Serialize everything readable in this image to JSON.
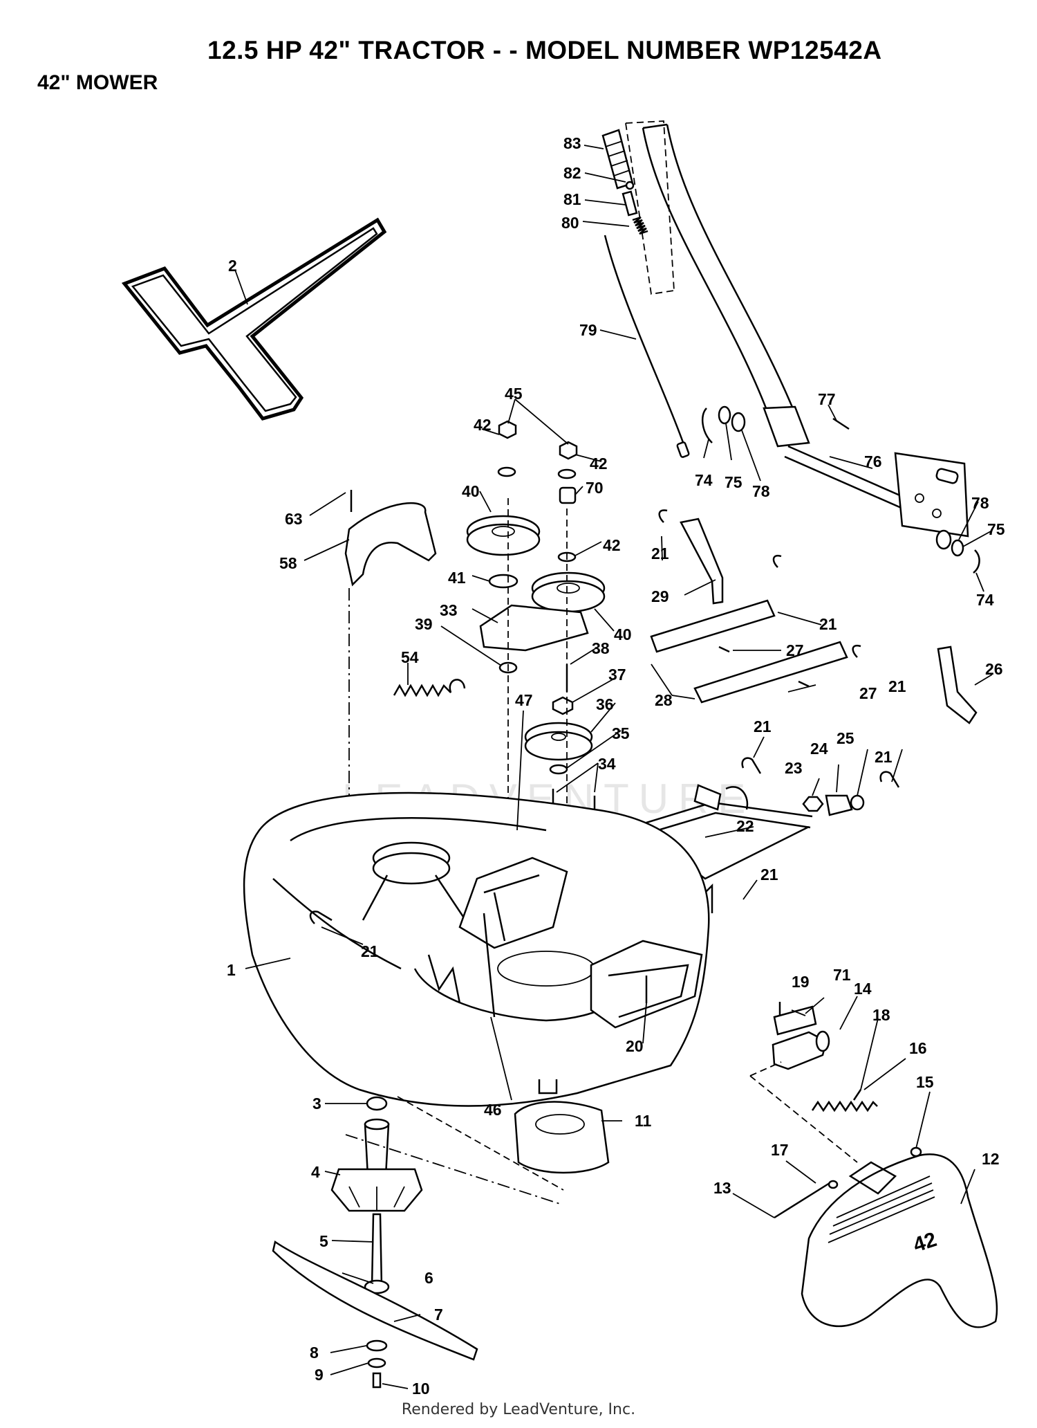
{
  "header": {
    "title": "12.5 HP 42\" TRACTOR - - MODEL NUMBER WP12542A",
    "subtitle": "42\" MOWER"
  },
  "watermark": "LEADVENTURE",
  "footer": "Rendered by LeadVenture, Inc.",
  "callouts": [
    "83",
    "82",
    "81",
    "80",
    "79",
    "2",
    "45",
    "42",
    "42",
    "70",
    "40",
    "42",
    "41",
    "33",
    "40",
    "39",
    "38",
    "37",
    "36",
    "35",
    "34",
    "47",
    "54",
    "63",
    "58",
    "77",
    "74",
    "75",
    "78",
    "76",
    "78",
    "75",
    "74",
    "21",
    "29",
    "21",
    "27",
    "27",
    "21",
    "28",
    "26",
    "21",
    "21",
    "23",
    "24",
    "25",
    "22",
    "21",
    "21",
    "1",
    "20",
    "46",
    "19",
    "71",
    "14",
    "18",
    "16",
    "15",
    "3",
    "11",
    "4",
    "17",
    "12",
    "13",
    "5",
    "6",
    "7",
    "8",
    "9",
    "10"
  ]
}
